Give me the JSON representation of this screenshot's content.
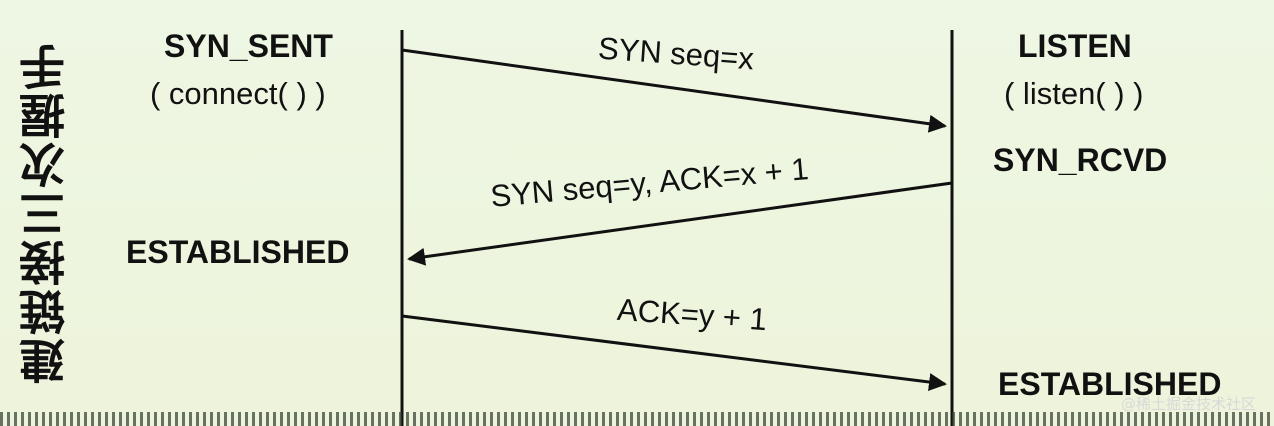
{
  "side_title": "建链接三次握手",
  "left": {
    "state_top": "SYN_SENT",
    "call": "( connect( ) )",
    "state_bottom": "ESTABLISHED"
  },
  "right": {
    "state_top": "LISTEN",
    "call": "( listen( ) )",
    "state_mid": "SYN_RCVD",
    "state_bottom": "ESTABLISHED"
  },
  "messages": {
    "m1": "SYN seq=x",
    "m2": "SYN seq=y, ACK=x + 1",
    "m3": "ACK=y + 1"
  },
  "watermark": "@稀土掘金技术社区",
  "colors": {
    "line": "#111111",
    "text": "#111111",
    "background": "#eef5df"
  }
}
